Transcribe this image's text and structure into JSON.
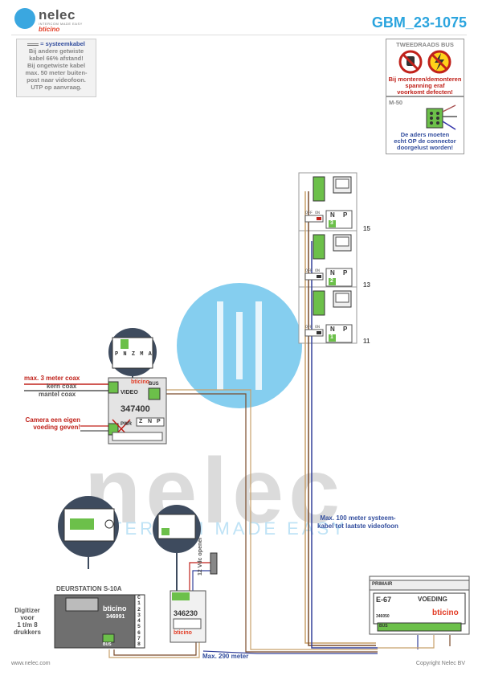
{
  "header": {
    "brand": "nelec",
    "brand_sub": "INTERCOM MADE EASY",
    "brand_partner": "bticino",
    "doc_code": "GBM_23-1075"
  },
  "note": {
    "title": "= systeemkabel",
    "lines": [
      "Bij andere getwiste",
      "kabel 66% afstand!",
      "Bij ongetwiste kabel",
      "max. 50 meter buiten-",
      "post naar videofoon.",
      "UTP op aanvraag."
    ]
  },
  "warning": {
    "title": "TWEEDRAADS BUS",
    "lines": [
      "Bij monteren/demonteren",
      "spanning eraf",
      "voorkomt defecten!"
    ]
  },
  "m50": {
    "title": "M-50",
    "lines": [
      "De aders moeten",
      "echt OP de connector",
      "doorgelust worden!"
    ]
  },
  "videophones": [
    {
      "floor": "15",
      "switch": "OFF ON",
      "n": "N",
      "p": "P",
      "code": "3"
    },
    {
      "floor": "13",
      "switch": "OFF ON",
      "n": "N",
      "p": "P",
      "code": "2"
    },
    {
      "floor": "11",
      "switch": "OFF ON",
      "n": "N",
      "p": "P",
      "code": "1"
    }
  ],
  "coax": {
    "max": "max. 3 meter coax",
    "core": "kern coax",
    "shield": "mantel coax",
    "camera": [
      "Camera een eigen",
      "voeding geven!"
    ]
  },
  "module_347400": {
    "code": "347400",
    "video": "VIDEO",
    "bus": "BUS",
    "pwr": "PWR",
    "z": "Z",
    "n": "N",
    "p": "P",
    "brand": "bticino",
    "zoom_labels": [
      "P",
      "N",
      "Z",
      "M",
      "A"
    ]
  },
  "door_station": {
    "title": "DEURSTATION S-10A",
    "code": "346991",
    "brand": "bticino",
    "bus": "BUS",
    "buttons": [
      "C",
      "1",
      "2",
      "3",
      "4",
      "5",
      "6",
      "7",
      "8"
    ]
  },
  "digitizer": [
    "Digitizer",
    "voor",
    "1 t/m 8",
    "drukkers"
  ],
  "module_346230": {
    "code": "346230",
    "brand": "bticino"
  },
  "opener": "12 Vdc opener",
  "supply": {
    "title": "E-67",
    "label": "VOEDING",
    "primary": "PRIMAIR",
    "code": "346050",
    "brand": "bticino",
    "bus": "BUS"
  },
  "annotations": {
    "max100": [
      "Max. 100 meter systeem-",
      "kabel tot laatste videofoon"
    ],
    "max290": "Max. 290 meter"
  },
  "footer": {
    "left": "www.nelec.com",
    "right": "Copyright Nelec BV"
  },
  "watermark": {
    "text": "nelec",
    "sub": "INTERCOM MADE EASY"
  },
  "colors": {
    "accent": "#2aa4de",
    "red": "#c0221b",
    "blue": "#334e9e",
    "green": "#6cc04a"
  }
}
